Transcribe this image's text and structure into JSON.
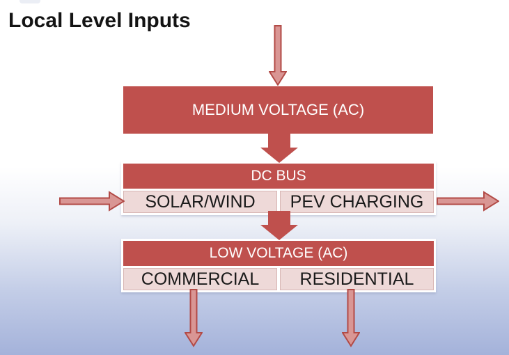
{
  "slide": {
    "title": "Local Level Inputs"
  },
  "diagram": {
    "medium_voltage_label": "MEDIUM VOLTAGE (AC)",
    "dc_bus": {
      "header": "DC BUS",
      "cells": [
        {
          "label": "SOLAR/WIND"
        },
        {
          "label": "PEV CHARGING"
        }
      ]
    },
    "low_voltage": {
      "header": "LOW VOLTAGE (AC)",
      "cells": [
        {
          "label": "COMMERCIAL"
        },
        {
          "label": "RESIDENTIAL"
        }
      ]
    },
    "arrows": [
      {
        "name": "grid-input-into-medium-voltage",
        "direction": "down",
        "style": "outline"
      },
      {
        "name": "medium-voltage-to-dc-bus",
        "direction": "down",
        "style": "solid"
      },
      {
        "name": "input-into-solar-wind",
        "direction": "right",
        "style": "outline"
      },
      {
        "name": "output-from-pev-charging",
        "direction": "right",
        "style": "outline"
      },
      {
        "name": "dc-bus-to-low-voltage",
        "direction": "down",
        "style": "solid"
      },
      {
        "name": "output-from-commercial",
        "direction": "down",
        "style": "outline"
      },
      {
        "name": "output-from-residential",
        "direction": "down",
        "style": "outline"
      }
    ]
  },
  "colors": {
    "accent_red": "#bf504d",
    "arrow_fill": "#d99694",
    "arrow_border": "#b24a46",
    "cell_pink": "#eed9d8",
    "header_text": "#ffffff",
    "cell_text": "#1a1a1a",
    "background_bottom": "#a4b2da"
  }
}
